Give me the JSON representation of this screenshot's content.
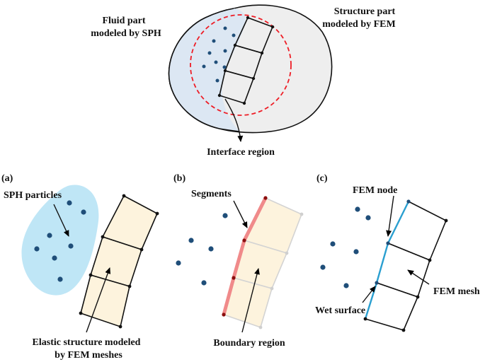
{
  "top": {
    "fluid_label_line1": "Fluid part",
    "fluid_label_line2": "modeled by SPH",
    "structure_label_line1": "Structure part",
    "structure_label_line2": "modeled by FEM",
    "interface_label": "Interface region"
  },
  "panel_a": {
    "tag": "(a)",
    "particles_label": "SPH particles",
    "structure_label_line1": "Elastic structure modeled",
    "structure_label_line2": "by FEM meshes"
  },
  "panel_b": {
    "tag": "(b)",
    "segments_label": "Segments",
    "boundary_label": "Boundary region"
  },
  "panel_c": {
    "tag": "(c)",
    "node_label": "FEM node",
    "mesh_label": "FEM mesh",
    "wet_label": "Wet surface"
  },
  "colors": {
    "fluid_fill": "#dce7f3",
    "structure_fill": "#eeeeee",
    "interface_dash": "#ee1c25",
    "particle": "#1f4e79",
    "sph_blob": "#bfe6f6",
    "fem_fill": "#fdf3dd",
    "segment": "#f08a8a",
    "wet_line": "#2a9fd0"
  }
}
